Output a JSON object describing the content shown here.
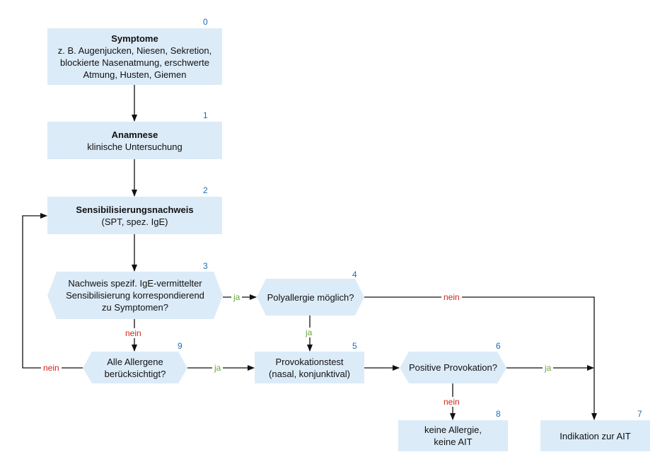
{
  "colors": {
    "box_fill": "#dcebf8",
    "number": "#1a6db5",
    "yes": "#6aa83a",
    "no": "#d0261a",
    "arrow": "#111111"
  },
  "nodes": {
    "n0": {
      "num": "0",
      "title": "Symptome",
      "lines": [
        "z. B. Augenjucken, Niesen, Sekretion,",
        "blockierte Nasenatmung, erschwerte",
        "Atmung, Husten, Giemen"
      ]
    },
    "n1": {
      "num": "1",
      "title": "Anamnese",
      "lines": [
        "klinische Untersuchung"
      ]
    },
    "n2": {
      "num": "2",
      "title": "Sensibilisierungsnachweis",
      "lines": [
        "(SPT, spez. IgE)"
      ]
    },
    "n3": {
      "num": "3",
      "lines": [
        "Nachweis spezif. IgE-vermittelter",
        "Sensibilisierung korrespondierend",
        "zu Symptomen?"
      ]
    },
    "n4": {
      "num": "4",
      "lines": [
        "Polyallergie möglich?"
      ]
    },
    "n5": {
      "num": "5",
      "lines": [
        "Provokationstest",
        "(nasal, konjunktival)"
      ]
    },
    "n6": {
      "num": "6",
      "lines": [
        "Positive Provokation?"
      ]
    },
    "n7": {
      "num": "7",
      "lines": [
        "Indikation zur AIT"
      ]
    },
    "n8": {
      "num": "8",
      "lines": [
        "keine Allergie,",
        "keine AIT"
      ]
    },
    "n9": {
      "num": "9",
      "lines": [
        "Alle Allergene",
        "berücksichtigt?"
      ]
    }
  },
  "edge_labels": {
    "e3_4": "ja",
    "e3_9": "nein",
    "e4_5": "ja",
    "e4_7": "nein",
    "e9_2": "nein",
    "e9_5": "ja",
    "e6_7": "ja",
    "e6_8": "nein"
  }
}
